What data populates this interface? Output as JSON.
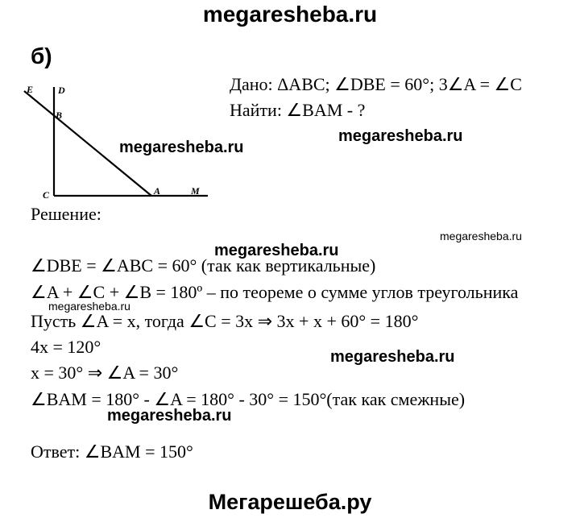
{
  "header": {
    "site": "megaresheba.ru"
  },
  "part_label": "б)",
  "figure": {
    "labels": {
      "E": "E",
      "D": "D",
      "B": "B",
      "C": "C",
      "A": "A",
      "M": "M"
    }
  },
  "given": {
    "line1": "Дано: ΔABC; ∠DBE = 60°; 3∠A = ∠C",
    "line2": "Найти: ∠BAM - ?"
  },
  "solution": {
    "heading": "Решение:",
    "lines": [
      "∠DBE = ∠ABC = 60° (так как вертикальные)",
      "∠A + ∠C + ∠B = 180º – по теореме о сумме углов треугольника",
      "Пусть ∠A = x, тогда ∠C = 3x ⇒ 3x + x + 60° = 180°",
      "4x = 120°",
      "x = 30° ⇒ ∠A = 30°",
      "∠BAM = 180° - ∠A = 180° - 30° = 150°(так как смежные)"
    ],
    "answer": "Ответ: ∠BAM = 150°"
  },
  "watermarks": {
    "w1": "megaresheba.ru",
    "w2": "megaresheba.ru",
    "w3": "megaresheba.ru",
    "w4": "megaresheba.ru",
    "w5": "megaresheba.ru",
    "w6": "megaresheba.ru",
    "w7": "megaresheba.ru"
  },
  "footer": {
    "site": "Мегарешеба.ру"
  }
}
